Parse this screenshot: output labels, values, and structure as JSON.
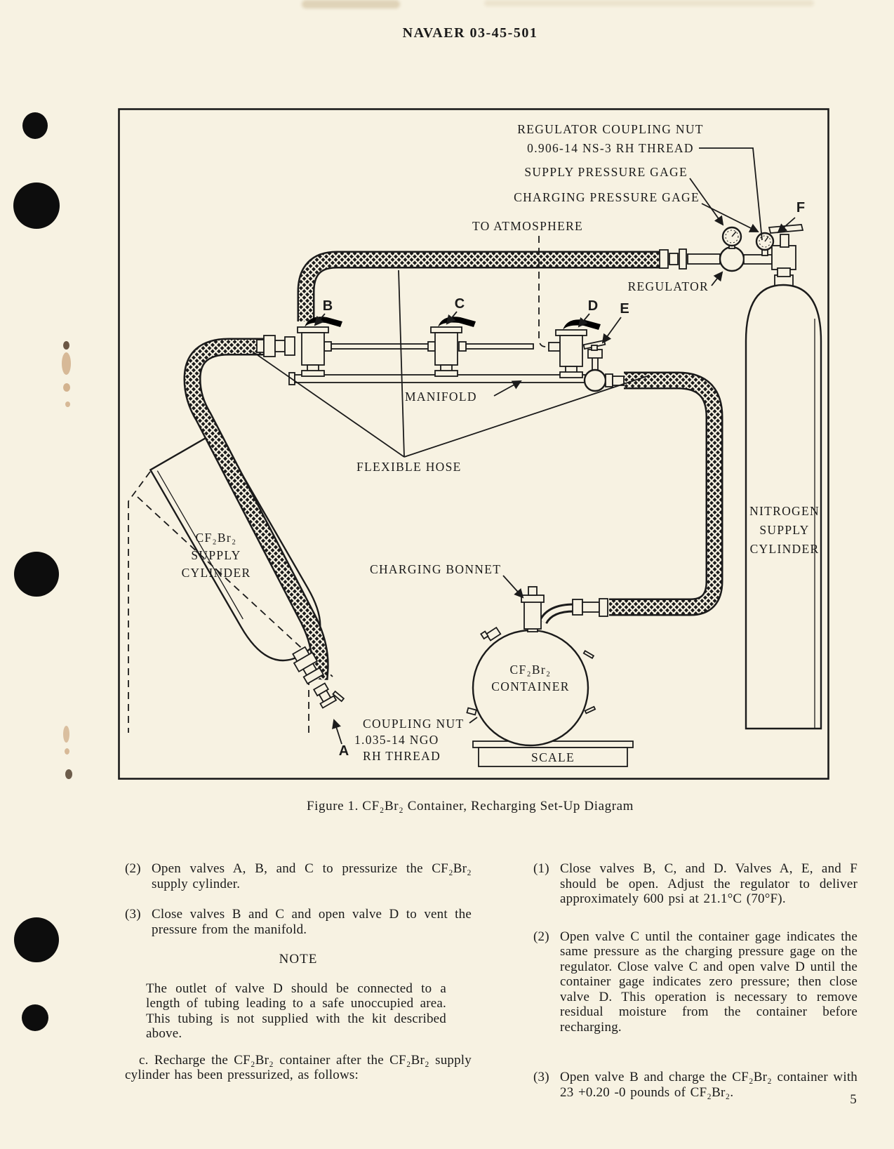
{
  "page": {
    "doc_number": "NAVAER 03-45-501",
    "page_number": "5"
  },
  "figure": {
    "caption": "Figure 1.  CF₂Br₂ Container, Recharging Set-Up Diagram",
    "labels": {
      "regulator_coupling_nut_line1": "REGULATOR COUPLING NUT",
      "regulator_coupling_nut_line2": "0.906-14 NS-3 RH THREAD",
      "supply_pressure_gage": "SUPPLY PRESSURE GAGE",
      "charging_pressure_gage": "CHARGING PRESSURE GAGE",
      "to_atmosphere": "TO ATMOSPHERE",
      "regulator": "REGULATOR",
      "manifold": "MANIFOLD",
      "flexible_hose": "FLEXIBLE HOSE",
      "charging_bonnet": "CHARGING BONNET",
      "nitrogen_line1": "NITROGEN",
      "nitrogen_line2": "SUPPLY",
      "nitrogen_line3": "CYLINDER",
      "supply_cyl_line1": "CF₂Br₂",
      "supply_cyl_line2": "SUPPLY",
      "supply_cyl_line3": "CYLINDER",
      "container_line1": "CF₂Br₂",
      "container_line2": "CONTAINER",
      "coupling_nut_line1": "COUPLING NUT",
      "coupling_nut_line2": "1.035-14 NGO",
      "coupling_nut_line3": "RH THREAD",
      "scale": "SCALE",
      "valve_a": "A",
      "valve_b": "B",
      "valve_c": "C",
      "valve_d": "D",
      "valve_e": "E",
      "valve_f": "F"
    }
  },
  "body": {
    "left": [
      {
        "num": "(2)",
        "text": "Open valves A, B, and C to pressurize the CF₂Br₂ supply cylinder."
      },
      {
        "num": "(3)",
        "text": "Close valves B and C and open valve D to vent the pressure from the manifold."
      }
    ],
    "note_heading": "NOTE",
    "note_text": "The outlet of valve D should be connected to a length of tubing leading to a safe unoccupied area.  This tubing is not supplied with the kit described above.",
    "para_c": "c.  Recharge the CF₂Br₂ container after the CF₂Br₂ supply cylinder has been pressurized, as follows:",
    "right": [
      {
        "num": "(1)",
        "text": "Close valves B, C, and D.  Valves A, E, and F should be open.  Adjust the regulator to deliver approximately 600 psi at 21.1°C (70°F)."
      },
      {
        "num": "(2)",
        "text": "Open valve C until the container gage indicates the same pressure as the charging pressure gage on the regulator.  Close valve C and open valve D until the container gage indicates zero pressure; then close valve D.  This operation is necessary to remove residual moisture from the container before recharging."
      },
      {
        "num": "(3)",
        "text": "Open valve B and charge the CF₂Br₂ container with 23 +0.20 -0 pounds of CF₂Br₂."
      }
    ]
  }
}
